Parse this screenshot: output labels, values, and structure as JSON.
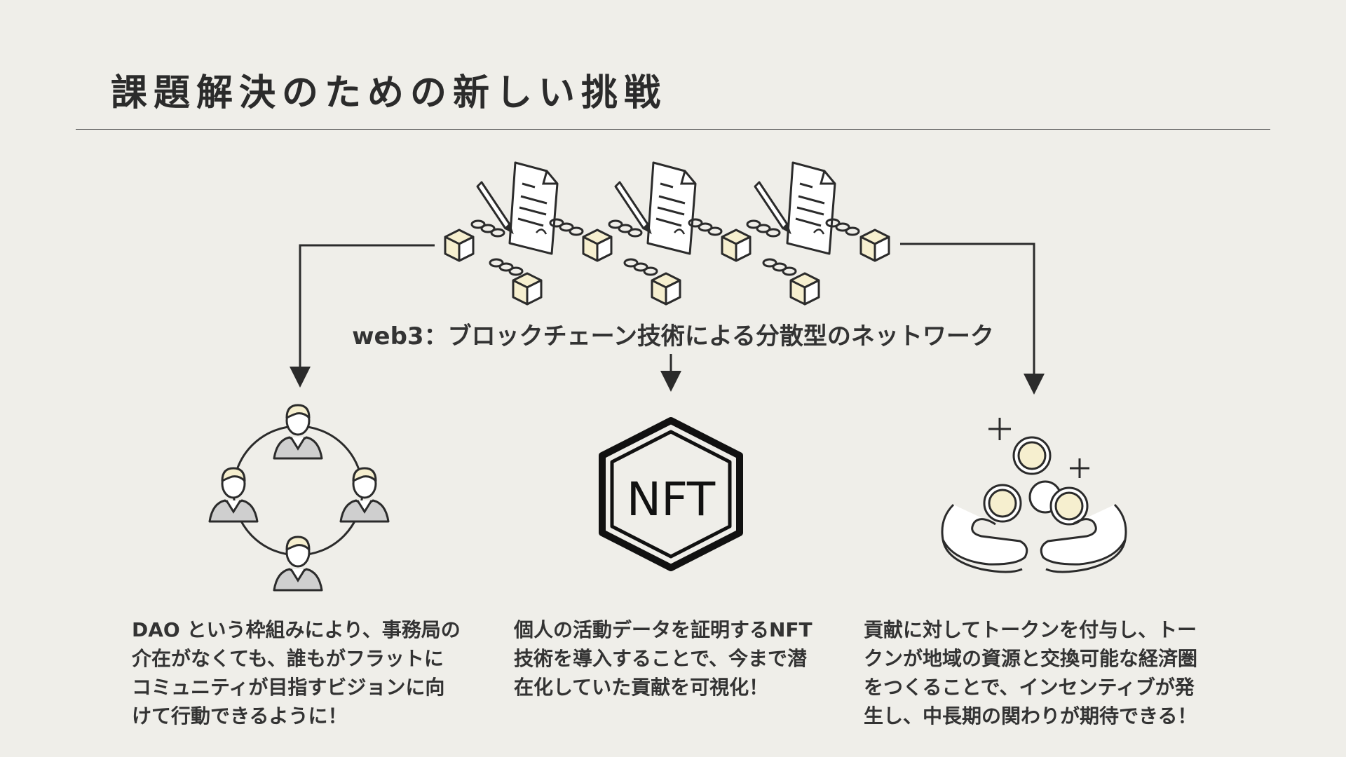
{
  "page": {
    "title": "課題解決のための新しい挑戦"
  },
  "center": {
    "caption": "web3：ブロックチェーン技術による分散型のネットワーク"
  },
  "columns": [
    {
      "icon": "dao-people-circle-icon",
      "text": "DAO という枠組みにより、事務局の\n介在がなくても、誰もがフラットに\nコミュニティが目指すビジョンに向\nけて行動できるように！"
    },
    {
      "icon": "nft-hexagon-icon",
      "icon_label": "NFT",
      "text": "個人の活動データを証明するNFT\n技術を導入することで、今まで潜\n在化していた貢献を可視化！"
    },
    {
      "icon": "hands-coins-icon",
      "text": "貢献に対してトークンを付与し、トー\nクンが地域の資源と交換可能な経済圏\nをつくることで、インセンティブが発\n生し、中長期の関わりが期待できる！"
    }
  ],
  "colors": {
    "background": "#efeee9",
    "line": "#2b2b2b",
    "accent_fill": "#f6efcf",
    "gray_fill": "#cfcfcf"
  }
}
